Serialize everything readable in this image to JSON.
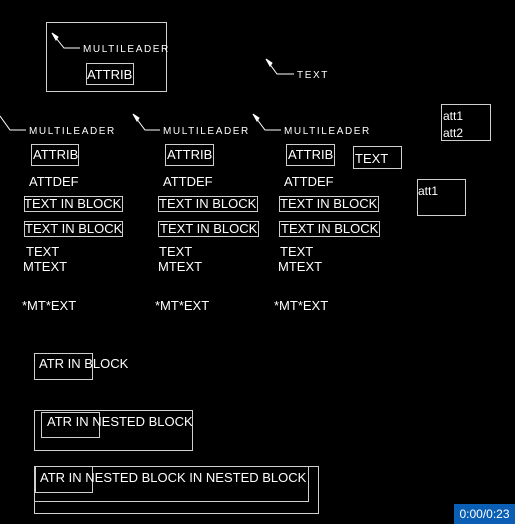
{
  "drawing": {
    "multileader_label": "MULTILEADER",
    "attrib_label": "ATTRIB",
    "attdef_label": "ATTDEF",
    "text_in_block_label": "TEXT IN BLOCK",
    "text_label": "TEXT",
    "mtext_label": "MTEXT",
    "mt_ext_label": "*MT*EXT",
    "att1_label": "att1",
    "att2_label": "att2",
    "atr_in_block_label": "ATR IN BLOCK",
    "atr_in_nested_block_label": "ATR IN NESTED BLOCK",
    "atr_in_nested_block_in_nested_block_label": "ATR IN NESTED BLOCK IN NESTED BLOCK"
  },
  "player": {
    "time_display": "0:00/0:23"
  },
  "colors": {
    "background": "#000000",
    "stroke": "#ffffff",
    "timer_bg": "#0a5fb5"
  }
}
